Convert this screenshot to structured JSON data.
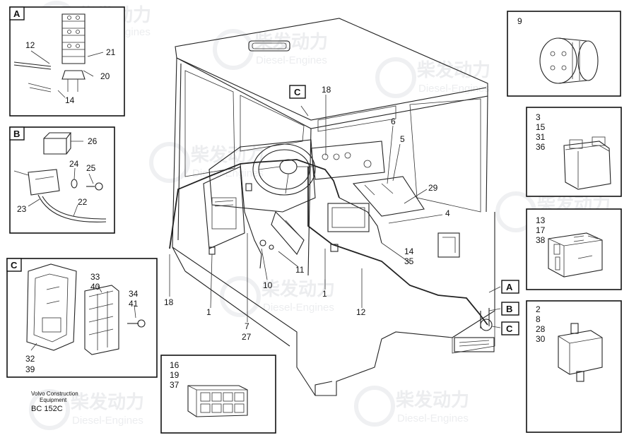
{
  "callout_boxes": {
    "A": {
      "tag": "A",
      "labels": [
        "12",
        "21",
        "20",
        "14"
      ]
    },
    "B": {
      "tag": "B",
      "labels": [
        "26",
        "24",
        "25",
        "23",
        "22"
      ]
    },
    "C": {
      "tag": "C",
      "labels": [
        "33",
        "40",
        "34",
        "41",
        "32",
        "39"
      ]
    },
    "box9": {
      "labels": [
        "9"
      ]
    },
    "box3": {
      "labels": [
        "3",
        "15",
        "31",
        "36"
      ]
    },
    "box13": {
      "labels": [
        "13",
        "17",
        "38"
      ]
    },
    "box2": {
      "labels": [
        "2",
        "8",
        "28",
        "30"
      ]
    },
    "box16": {
      "labels": [
        "16",
        "19",
        "37"
      ]
    }
  },
  "main_labels": {
    "n18a": "18",
    "n6": "6",
    "n5": "5",
    "n29": "29",
    "n4": "4",
    "n14": "14",
    "n35": "35",
    "n11": "11",
    "n10": "10",
    "n1a": "1",
    "n1b": "1",
    "n12": "12",
    "n7": "7",
    "n27": "27",
    "n18b": "18"
  },
  "section_tags": {
    "main_c": "C",
    "ref_a": "A",
    "ref_b": "B",
    "ref_c": "C"
  },
  "footer": {
    "line1": "Volvo Construction",
    "line2": "Equipment",
    "code": "BC 152C"
  },
  "watermark": {
    "brand": "柴发动力",
    "sub": "Diesel-Engines"
  },
  "colors": {
    "line": "#222222",
    "background": "#ffffff",
    "watermark": "#c9cdd3"
  }
}
